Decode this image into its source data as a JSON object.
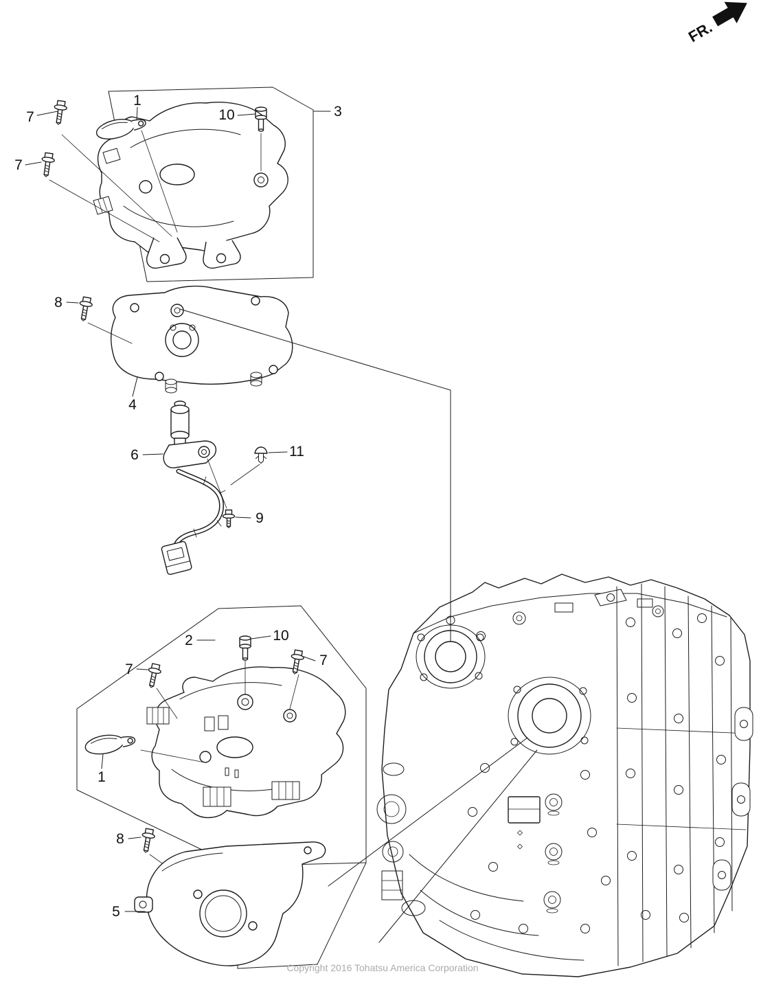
{
  "meta": {
    "fr_label": "FR.",
    "copyright": "Copyright 2016 Tohatsu America Corporation"
  },
  "accent_colors": {
    "line": "#1b1b1b",
    "muted_text": "#ababab"
  },
  "callouts": [
    {
      "ref": "7"
    },
    {
      "ref": "1"
    },
    {
      "ref": "10"
    },
    {
      "ref": "3"
    },
    {
      "ref": "7"
    },
    {
      "ref": "8"
    },
    {
      "ref": "4"
    },
    {
      "ref": "6"
    },
    {
      "ref": "11"
    },
    {
      "ref": "9"
    },
    {
      "ref": "2"
    },
    {
      "ref": "10"
    },
    {
      "ref": "7"
    },
    {
      "ref": "7"
    },
    {
      "ref": "1"
    },
    {
      "ref": "8"
    },
    {
      "ref": "5"
    }
  ]
}
